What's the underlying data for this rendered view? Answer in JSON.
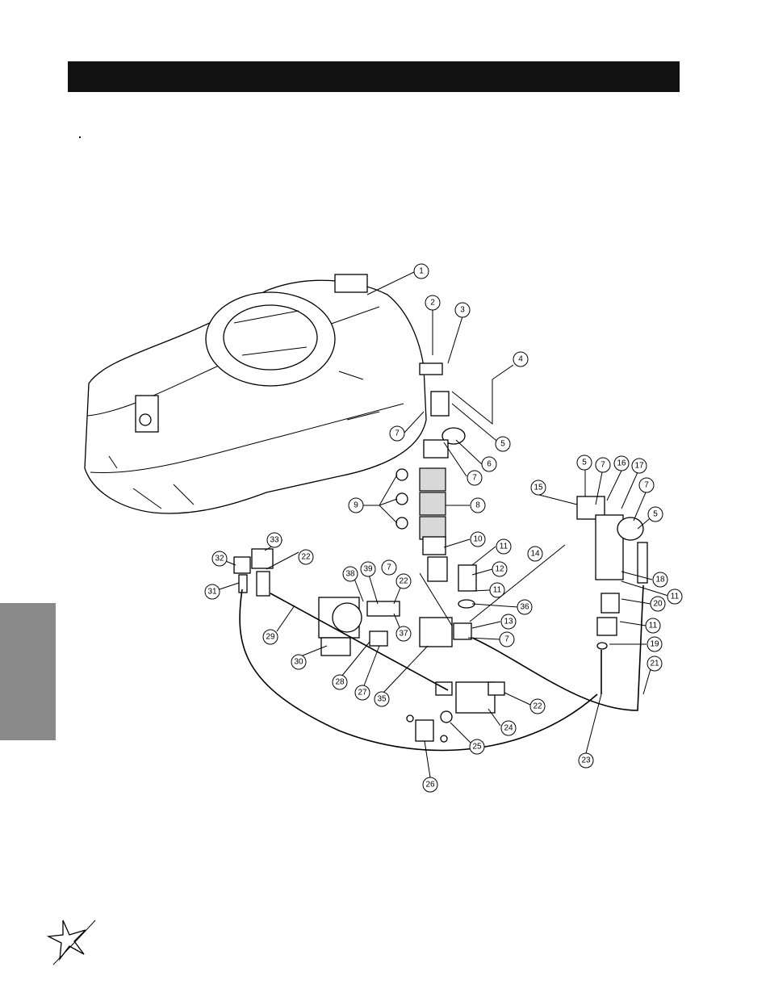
{
  "page": {
    "header_title": ""
  },
  "diagram": {
    "callouts": [
      "1",
      "2",
      "3",
      "4",
      "5",
      "6",
      "7",
      "7",
      "8",
      "9",
      "10",
      "11",
      "11",
      "11",
      "11",
      "12",
      "13",
      "14",
      "15",
      "5",
      "7",
      "16",
      "17",
      "7",
      "5",
      "18",
      "19",
      "20",
      "21",
      "22",
      "22",
      "22",
      "23",
      "24",
      "25",
      "26",
      "27",
      "28",
      "29",
      "30",
      "31",
      "32",
      "33",
      "35",
      "36",
      "37",
      "38",
      "39",
      "7",
      "7"
    ]
  },
  "colors": {
    "title_bar": "#111111",
    "side_tab": "#8a8a8a"
  },
  "icons": {
    "logo": "star-swoosh-logo-icon"
  }
}
